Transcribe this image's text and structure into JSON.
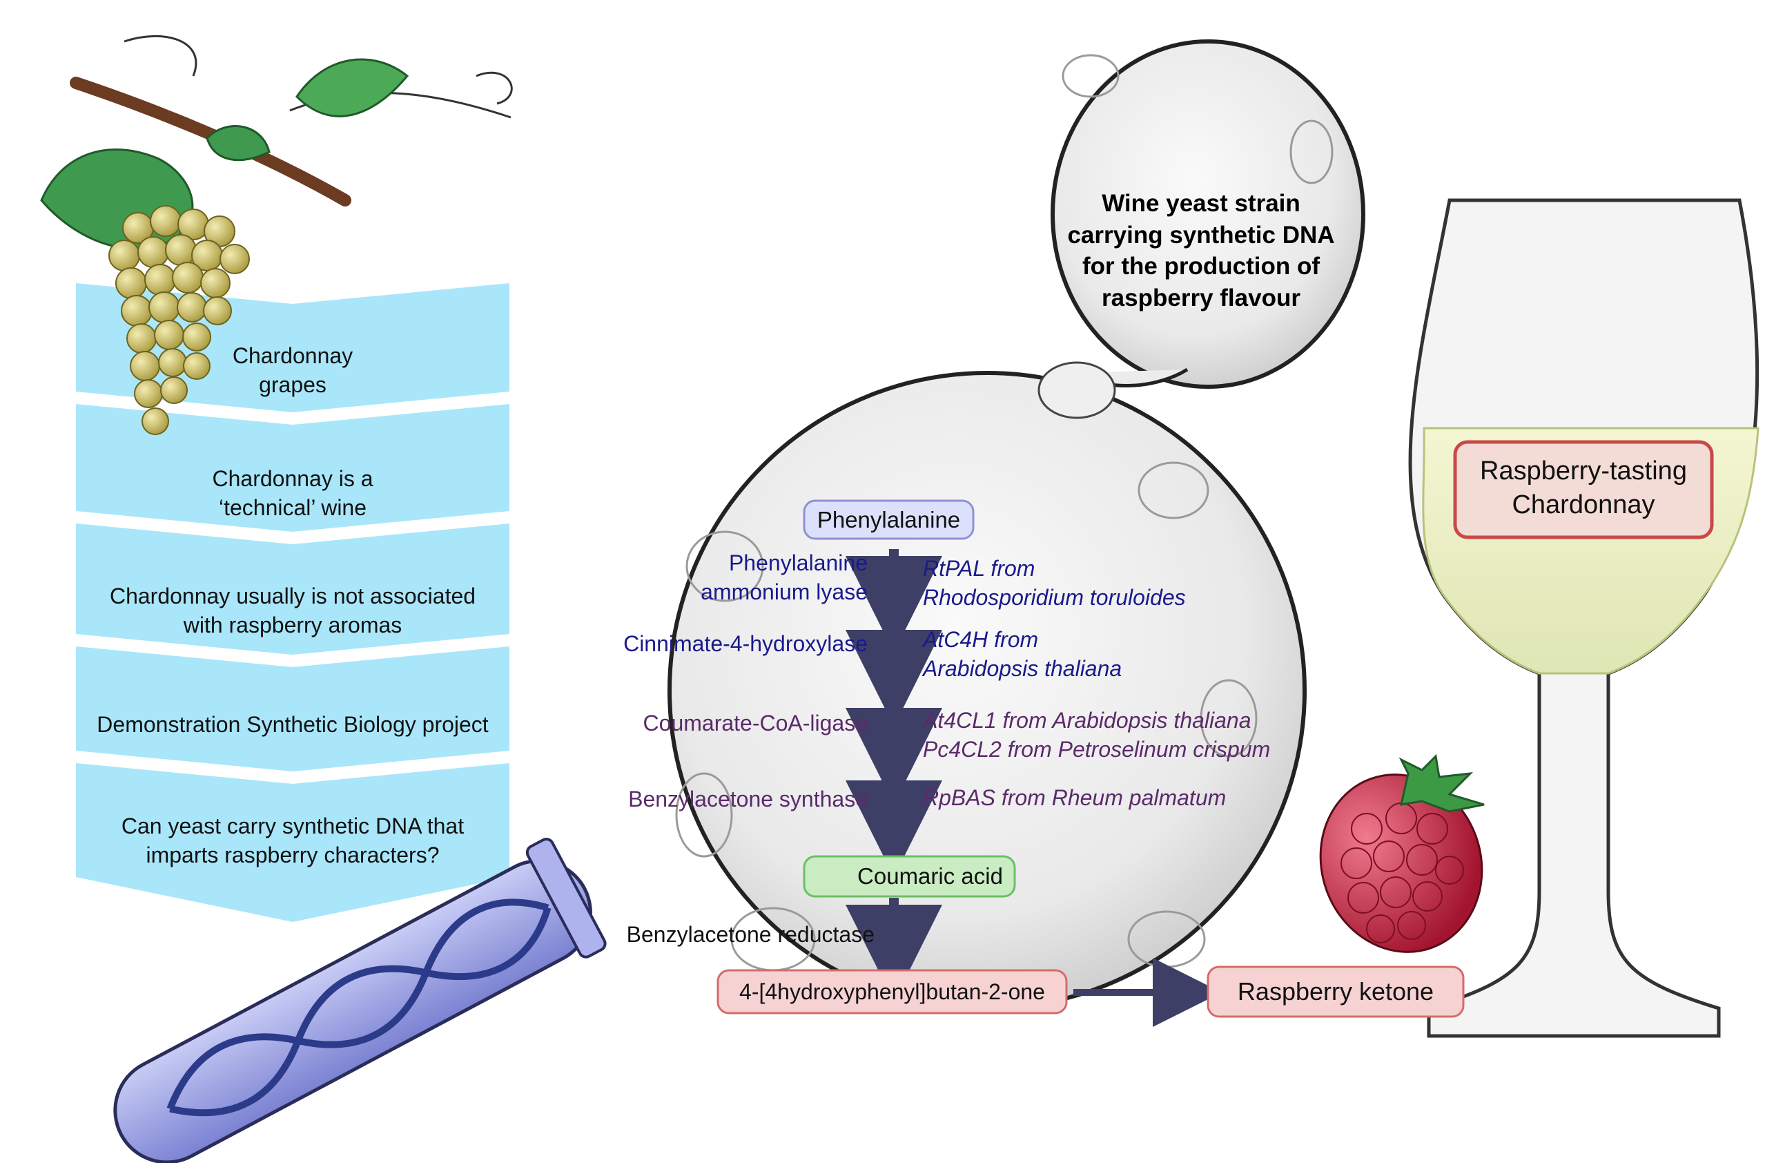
{
  "chevrons": [
    "Chardonnay\ngrapes",
    "Chardonnay is a\n‘technical’ wine",
    "Chardonnay usually is not associated\nwith raspberry aromas",
    "Demonstration Synthetic Biology project",
    "Can yeast carry synthetic DNA that\nimparts raspberry characters?"
  ],
  "yeast_title": "Wine yeast strain\ncarrying synthetic DNA\nfor the production of\nraspberry flavour",
  "pathway": {
    "start": "Phenylalanine",
    "steps": [
      {
        "enzyme": "Phenylalanine\nammonium lyase",
        "source": "RtPAL from\nRhodosporidium toruloides"
      },
      {
        "enzyme": "Cinnimate-4-hydroxylase",
        "source": "AtC4H from\nArabidopsis thaliana"
      },
      {
        "enzyme": "Coumarate-CoA-ligase",
        "source": "At4CL1 from Arabidopsis thaliana\nPc4CL2 from Petroselinum crispum"
      },
      {
        "enzyme": "Benzylacetone synthase",
        "source": "RpBAS from Rheum palmatum"
      }
    ],
    "intermediate": "Coumaric acid",
    "reductase": "Benzylacetone reductase",
    "product": "4-[4hydroxyphenyl]butan-2-one",
    "final": "Raspberry ketone"
  },
  "glass_label": "Raspberry-tasting\nChardonnay",
  "colors": {
    "chevron": "#a9e6fa",
    "start_box": "#dde0fb",
    "intermediate_box": "#c9ecc3",
    "product_box": "#f6d2d2",
    "arrow": "#3e3f66",
    "enzyme_blue": "#1a1a8c",
    "enzyme_purple": "#5a2a6a"
  },
  "icons": [
    "grape-vine-icon",
    "test-tube-dna-icon",
    "yeast-cell-icon",
    "raspberry-icon",
    "wine-glass-icon",
    "cross-icon"
  ]
}
